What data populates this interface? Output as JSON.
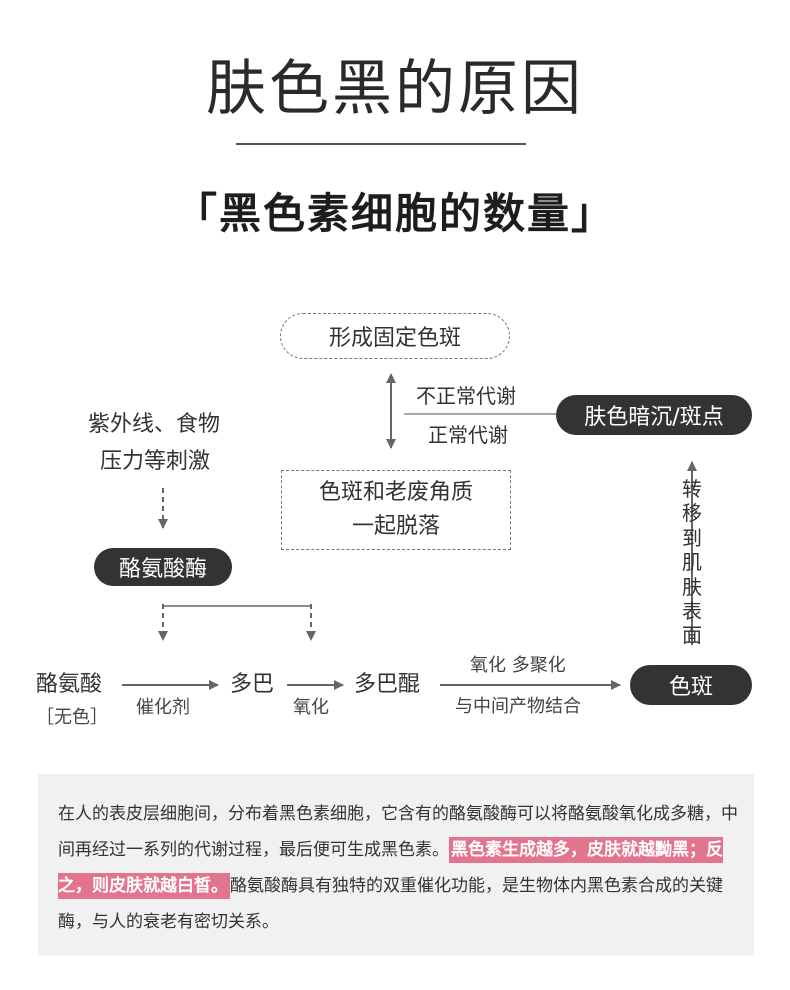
{
  "header": {
    "title": "肤色黑的原因",
    "subtitle": "「黑色素细胞的数量」"
  },
  "diagram": {
    "stable_spot": "形成固定色斑",
    "abnormal_metabolism": "不正常代谢",
    "normal_metabolism": "正常代谢",
    "dull_skin": "肤色暗沉/斑点",
    "stimulus_line1": "紫外线、食物",
    "stimulus_line2": "压力等刺激",
    "shed_line1": "色斑和老废角质",
    "shed_line2": "一起脱落",
    "enzyme": "酪氨酸酶",
    "transfer": "转移到肌肤表面",
    "tyrosine": "酪氨酸",
    "colorless": "［无色］",
    "catalysis": "催化剂",
    "dopa": "多巴",
    "oxidation": "氧化",
    "dopaquinone": "多巴醌",
    "oxidize_polymerize": "氧化 多聚化",
    "combine": "与中间产物结合",
    "spot": "色斑"
  },
  "panel": {
    "text_part1": "在人的表皮层细胞间，分布着黑色素细胞，它含有的酪氨酸酶可以将酪氨酸氧化成多糖，中间再经过一系列的代谢过程，最后便可生成黑色素。",
    "highlight": "黑色素生成越多，皮肤就越黝黑；反之，则皮肤就越白皙。",
    "text_part2": "酪氨酸酶具有独特的双重催化功能，是生物体内黑色素合成的关键酶，与人的衰老有密切关系。"
  },
  "colors": {
    "highlight_bg": "#e2748d",
    "pill_dark": "#333333",
    "panel_bg": "#f1f1f1"
  }
}
